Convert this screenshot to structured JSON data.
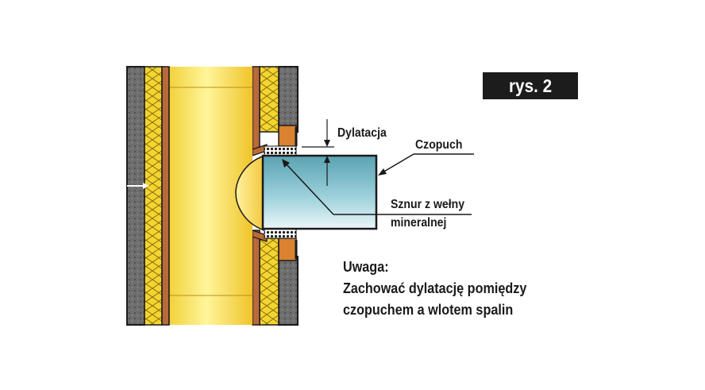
{
  "figure_tag": "rys. 2",
  "labels": {
    "dylatacja": "Dylatacja",
    "czopuch": "Czopuch",
    "sznur_line1": "Sznur z wełny",
    "sznur_line2": "mineralnej"
  },
  "note": {
    "title": "Uwaga:",
    "line1": "Zachować dylatację pomiędzy",
    "line2": "czopuchem a wlotem spalin"
  },
  "colors": {
    "masonry": "#6b6b6b",
    "insulation": "#f2d430",
    "flue_liner": "#e3b35a",
    "flue_pipe": "#f7e43a",
    "connector": "#5aa6b6",
    "gasket": "#d9822f",
    "outline": "#1a1a1a"
  }
}
